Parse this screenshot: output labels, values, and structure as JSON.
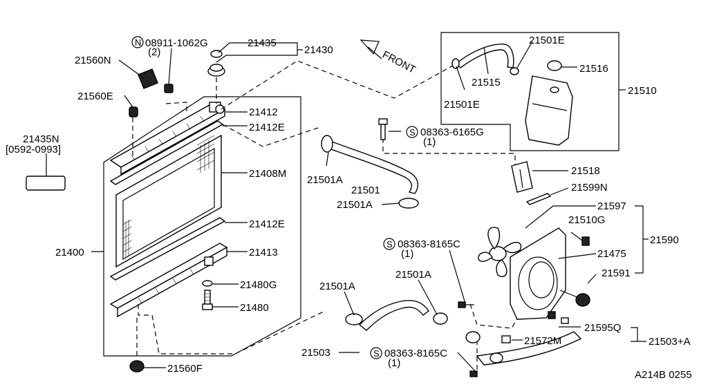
{
  "labels": {
    "l21560n": "21560N",
    "l08911": "08911-1062G",
    "l08911q": "(2)",
    "l21435": "21435",
    "l21430": "21430",
    "lfront": "FRONT",
    "l21560e": "21560E",
    "l21412": "21412",
    "l21412e_top": "21412E",
    "l21435n": "21435N",
    "l0592": "[0592-0993]",
    "l21408m": "21408M",
    "l21412e_mid": "21412E",
    "l21413": "21413",
    "l21400": "21400",
    "l21480g": "21480G",
    "l21480": "21480",
    "l21560f": "21560F",
    "l21501e_top": "21501E",
    "l21516": "21516",
    "l21515": "21515",
    "l21510": "21510",
    "l21501e_bot": "21501E",
    "l08363_6165": "08363-6165G",
    "l08363_6165q": "(1)",
    "l21501a_1": "21501A",
    "l21501": "21501",
    "l21501a_2": "21501A",
    "l21518": "21518",
    "l21599n": "21599N",
    "l21597": "21597",
    "l21510g": "21510G",
    "l21590": "21590",
    "l21475": "21475",
    "l21591": "21591",
    "l08363_8165a": "08363-8165C",
    "l08363_8165aq": "(1)",
    "l21501a_3": "21501A",
    "l21501a_4": "21501A",
    "l21595q": "21595Q",
    "l21572m": "21572M",
    "l21503a": "21503+A",
    "l21503": "21503",
    "l08363_8165b": "08363-8165C",
    "l08363_8165bq": "(1)",
    "code": "A214B 0255"
  },
  "symbols": {
    "n_mark": "N",
    "s_mark": "S"
  }
}
